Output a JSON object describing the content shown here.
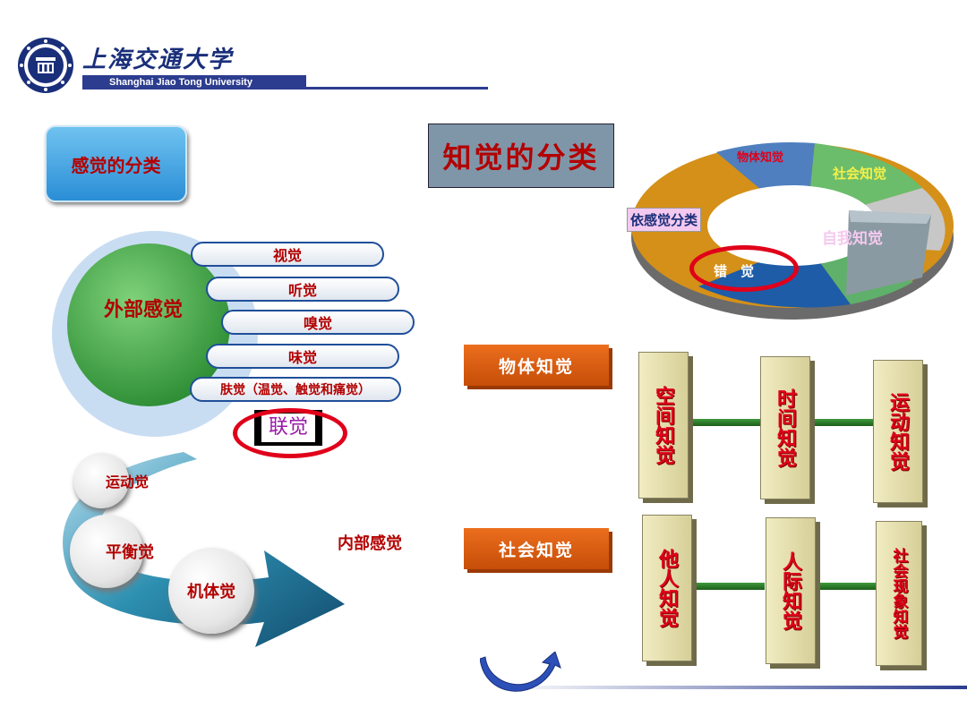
{
  "header": {
    "university_cn": "上海交通大学",
    "university_en": "Shanghai Jiao Tong University"
  },
  "left": {
    "title": "感觉的分类",
    "external_label": "外部感觉",
    "external_items": [
      "视觉",
      "听觉",
      "嗅觉",
      "味觉",
      "肤觉（温觉、触觉和痛觉）"
    ],
    "synesthesia": "联觉",
    "internal_label": "内部感觉",
    "internal_items": [
      "运动觉",
      "平衡觉",
      "机体觉"
    ]
  },
  "right": {
    "title": "知觉的分类",
    "donut_labels": {
      "object": "物体知觉",
      "social": "社会知觉",
      "sense_based": "依感觉分类",
      "self": "自我知觉",
      "illusion": "错　觉"
    },
    "object_perception": {
      "label": "物体知觉",
      "pillars": [
        "空间知觉",
        "时间知觉",
        "运动知觉"
      ]
    },
    "social_perception": {
      "label": "社会知觉",
      "pillars": [
        "他人知觉",
        "人际知觉",
        "社会现象知觉"
      ]
    }
  },
  "colors": {
    "accent_red": "#b30000",
    "highlight_oval": "#e0001a",
    "orange_bar": "#e0661a",
    "brand_blue": "#2c3d8f"
  }
}
